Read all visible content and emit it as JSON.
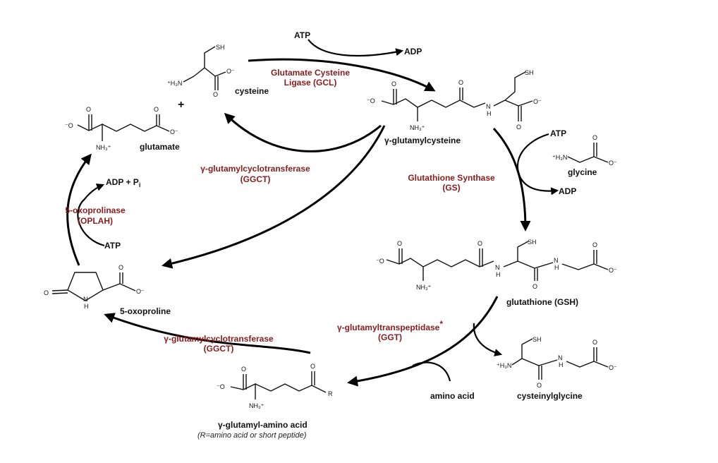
{
  "molecules": {
    "cysteine": "cysteine",
    "glutamate": "glutamate",
    "gamma_glutamylcysteine": "γ-glutamylcysteine",
    "glycine": "glycine",
    "glutathione": "glutathione (GSH)",
    "cysteinylglycine": "cysteinylglycine",
    "amino_acid": "amino acid",
    "gamma_glutamyl_amino_acid": "γ-glutamyl-amino acid",
    "gamma_glutamyl_amino_acid_note": "(R=amino acid or short peptide)",
    "oxoproline": "5-oxoproline",
    "plus": "+"
  },
  "enzymes": {
    "gcl_line1": "Glutamate Cysteine",
    "gcl_line2": "Ligase (GCL)",
    "gs_line1": "Glutathione Synthase",
    "gs_line2": "(GS)",
    "ggct_top_line1": "γ-glutamylcyclotransferase",
    "ggct_top_line2": "(GGCT)",
    "ggct_bottom_line1": "γ-glutamylcyclotransferase",
    "ggct_bottom_line2": "(GGCT)",
    "ggt_line1": "γ-glutamyltranspeptidase",
    "ggt_star": "*",
    "ggt_line2": "(GGT)",
    "oplah_line1": "5-oxoprolinase",
    "oplah_line2": "(OPLAH)"
  },
  "cofactors": {
    "atp_gcl": "ATP",
    "adp_gcl": "ADP",
    "atp_gs": "ATP",
    "adp_gs": "ADP",
    "atp_oplah": "ATP",
    "adp_pi": "ADP + P",
    "pi_subscript": "i"
  },
  "atoms": {
    "sh": "SH",
    "o": "O",
    "o_minus": "O⁻",
    "minus_o": "⁻O",
    "n": "N",
    "h": "H",
    "r": "R",
    "nh3_plus": "NH₃⁺",
    "plus_h3n": "⁺H₃N"
  },
  "colors": {
    "enzyme_text": "#8a1c1c",
    "arrow": "#000000"
  }
}
